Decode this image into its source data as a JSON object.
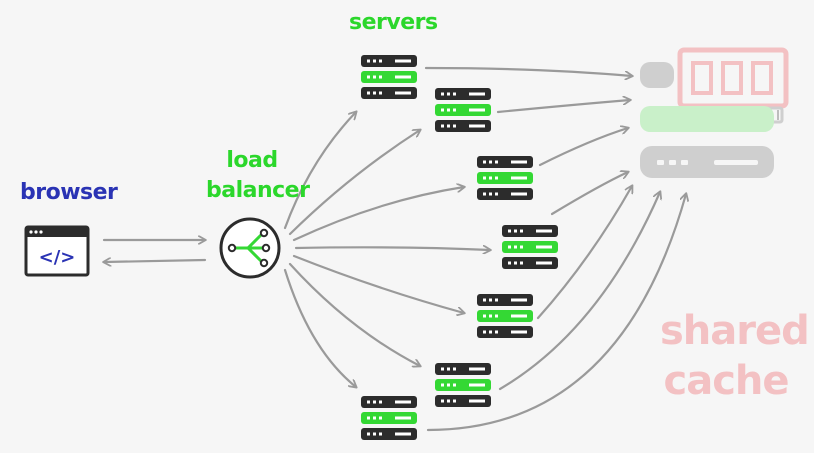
{
  "labels": {
    "browser": "browser",
    "load_balancer_line1": "load",
    "load_balancer_line2": "balancer",
    "servers": "servers",
    "shared_cache_line1": "shared",
    "shared_cache_line2": "cache"
  },
  "browser_icon_text": "</>",
  "colors": {
    "browser": "#2a33b4",
    "green": "#34d834",
    "server_dark": "#2c2c2c",
    "arrow": "#9a9a9a",
    "cache_gray": "#cfcfcf",
    "cache_pink": "#f3c1c3",
    "cache_green": "#c9f0c9"
  },
  "cache_display": "000"
}
